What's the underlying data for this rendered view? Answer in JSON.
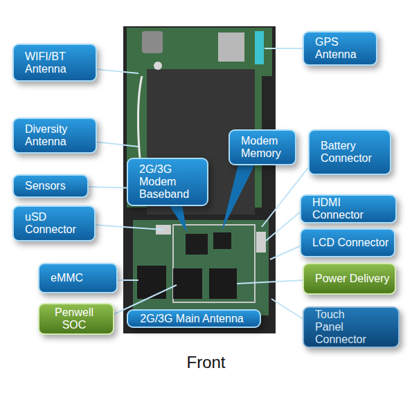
{
  "diagram": {
    "caption": "Front",
    "nodes": [
      {
        "text": [
          "WIFI/BT Antenna"
        ]
      },
      {
        "text": [
          "GPS Antenna"
        ]
      },
      {
        "text": [
          "Diversity Antenna"
        ]
      },
      {
        "text": [
          "Modem Memory"
        ]
      },
      {
        "text": [
          "Battery Connector"
        ]
      },
      {
        "text": [
          "2G/3G Modem Baseband"
        ]
      },
      {
        "text": [
          "Sensors"
        ]
      },
      {
        "text": [
          "uSD Connector"
        ]
      },
      {
        "text": [
          "HDMI Connector"
        ]
      },
      {
        "text": [
          "LCD Connector"
        ]
      },
      {
        "text": [
          "eMMC"
        ]
      },
      {
        "text": [
          "Power Delivery"
        ]
      },
      {
        "text": [
          "Penwell SOC"
        ]
      },
      {
        "text": [
          "2G/3G Main Antenna"
        ]
      },
      {
        "text": [
          "Touch Panel Connector"
        ]
      }
    ]
  }
}
